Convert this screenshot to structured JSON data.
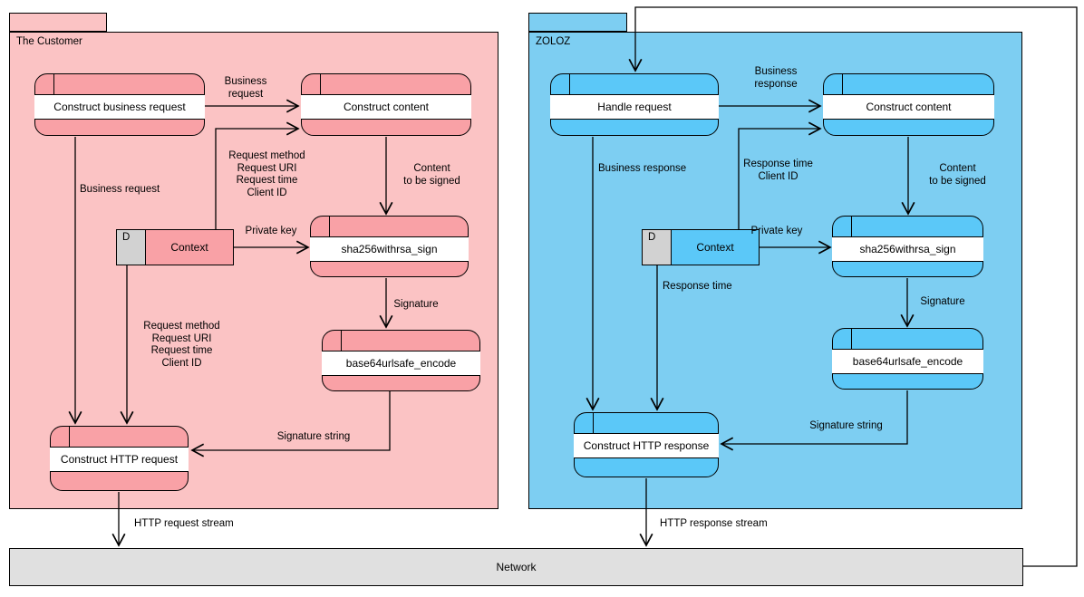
{
  "colors": {
    "customer_bg": "#FBC3C4",
    "customer_band": "#F9A1A6",
    "zoloz_bg": "#7DCEF2",
    "zoloz_band": "#5BC8F8",
    "context_tab_gray": "#D2D2D2",
    "network_bg": "#E0E0E0",
    "line": "#000000"
  },
  "customer": {
    "title": "The Customer",
    "nodes": {
      "construct_business_request": "Construct business request",
      "construct_content": "Construct content",
      "sha256": "sha256withrsa_sign",
      "base64": "base64urlsafe_encode",
      "construct_http_request": "Construct HTTP request"
    },
    "context": {
      "type_letter": "D",
      "label": "Context"
    },
    "labels": {
      "business_request_h": "Business\nrequest",
      "request_fields_top": "Request method\nRequest URI\nRequest time\nClient ID",
      "content_to_be_signed": "Content\nto be signed",
      "private_key": "Private key",
      "signature": "Signature",
      "signature_string": "Signature string",
      "business_request_v": "Business request",
      "request_fields_bottom": "Request method\nRequest URI\nRequest time\nClient ID",
      "http_stream": "HTTP request stream"
    }
  },
  "zoloz": {
    "title": "ZOLOZ",
    "nodes": {
      "handle_request": "Handle request",
      "construct_content": "Construct content",
      "sha256": "sha256withrsa_sign",
      "base64": "base64urlsafe_encode",
      "construct_http_response": "Construct HTTP response"
    },
    "context": {
      "type_letter": "D",
      "label": "Context"
    },
    "labels": {
      "business_response_h": "Business\nresponse",
      "response_fields": "Response time\nClient ID",
      "content_to_be_signed": "Content\nto be signed",
      "private_key": "Private key",
      "signature": "Signature",
      "signature_string": "Signature string",
      "business_response_v": "Business response",
      "response_time_v": "Response time",
      "http_stream": "HTTP response stream"
    }
  },
  "network": {
    "label": "Network"
  }
}
